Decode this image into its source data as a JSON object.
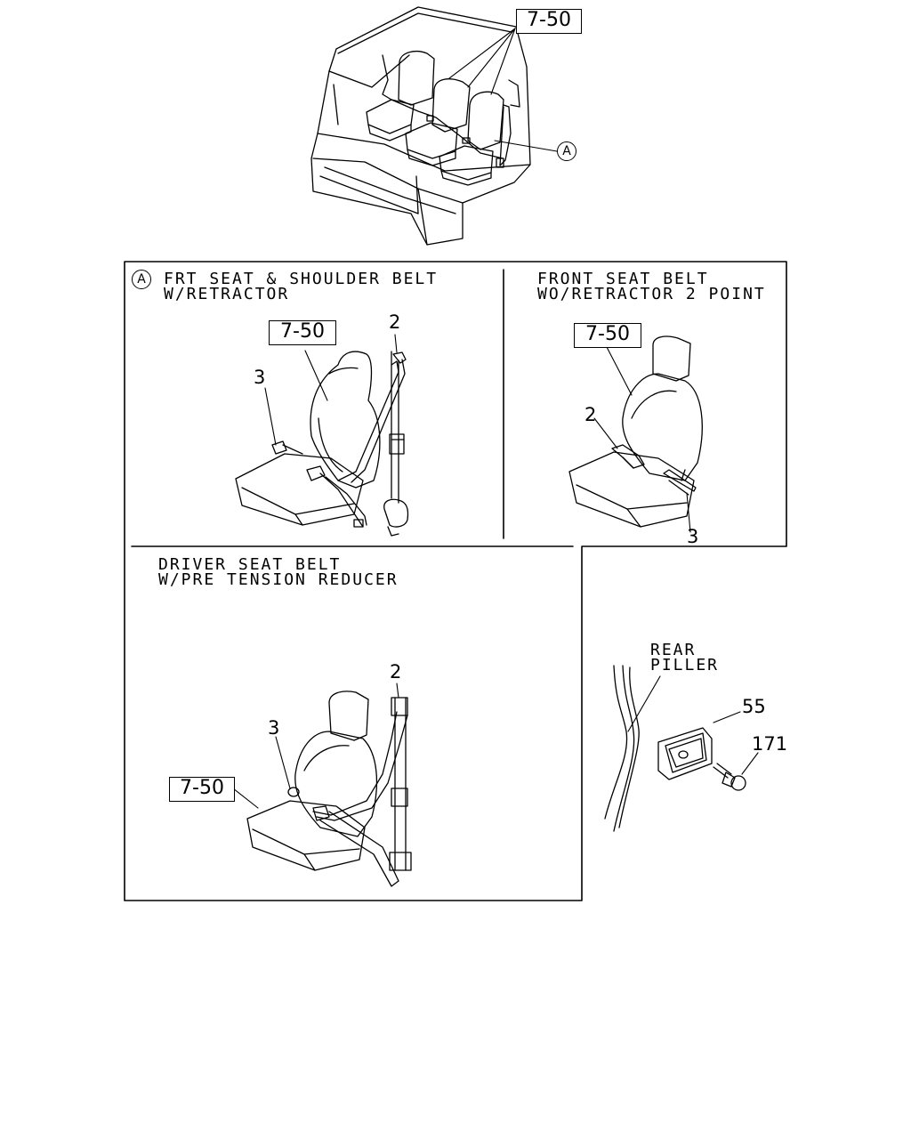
{
  "overview": {
    "ref_label": "7-50",
    "callout_letter": "A"
  },
  "panel_a": {
    "marker": "A",
    "title_line1": "FRT SEAT & SHOULDER BELT",
    "title_line2": "W/RETRACTOR",
    "ref_label": "7-50",
    "part_2": "2",
    "part_3": "3"
  },
  "panel_front": {
    "title_line1": "FRONT SEAT BELT",
    "title_line2": "WO/RETRACTOR 2 POINT",
    "ref_label": "7-50",
    "part_2": "2",
    "part_3": "3"
  },
  "panel_driver": {
    "title_line1": "DRIVER SEAT BELT",
    "title_line2": "W/PRE TENSION REDUCER",
    "ref_label": "7-50",
    "part_2": "2",
    "part_3": "3"
  },
  "rear_detail": {
    "label_line1": "REAR",
    "label_line2": "PILLER",
    "part_55": "55",
    "part_171": "171"
  }
}
